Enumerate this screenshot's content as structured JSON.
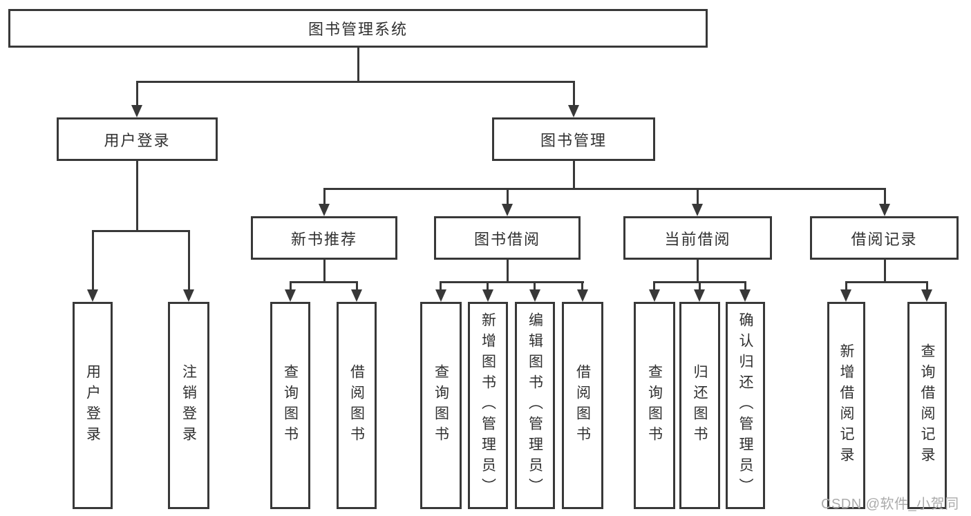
{
  "diagram": {
    "root": {
      "label": "图书管理系统"
    },
    "branches": [
      {
        "label": "用户登录",
        "children": [
          "用户登录",
          "注销登录"
        ]
      },
      {
        "label": "图书管理",
        "groups": [
          {
            "label": "新书推荐",
            "children": [
              "查询图书",
              "借阅图书"
            ]
          },
          {
            "label": "图书借阅",
            "children": [
              "查询图书",
              "新增图书（管理员）",
              "编辑图书（管理员）",
              "借阅图书"
            ]
          },
          {
            "label": "当前借阅",
            "children": [
              "查询图书",
              "归还图书",
              "确认归还（管理员）"
            ]
          },
          {
            "label": "借阅记录",
            "children": [
              "新增借阅记录",
              "查询借阅记录"
            ]
          }
        ]
      }
    ],
    "watermark": "CSDN @软件_小贺同学",
    "colors": {
      "line": "#383838",
      "text": "#303030",
      "watermark": "#ababab",
      "background": "#ffffff"
    }
  }
}
